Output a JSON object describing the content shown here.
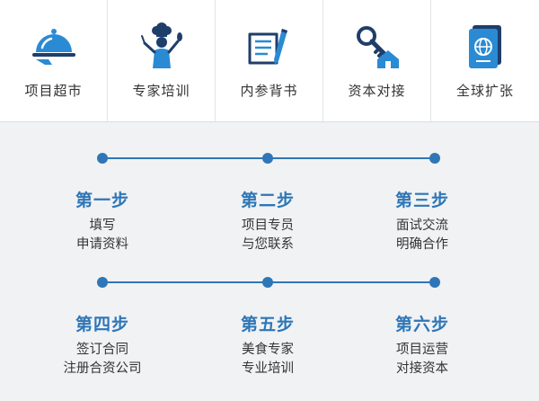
{
  "colors": {
    "accent": "#2e76b7",
    "icon_blue": "#2a8ad4",
    "icon_dark": "#1f3e6a",
    "text": "#333333",
    "background": "#f1f2f4"
  },
  "nav": {
    "items": [
      {
        "label": "项目超市",
        "icon": "cloche-icon"
      },
      {
        "label": "专家培训",
        "icon": "chef-icon"
      },
      {
        "label": "内参背书",
        "icon": "document-pen-icon"
      },
      {
        "label": "资本对接",
        "icon": "key-house-icon"
      },
      {
        "label": "全球扩张",
        "icon": "passport-icon"
      }
    ]
  },
  "steps": [
    {
      "title": "第一步",
      "line1": "填写",
      "line2": "申请资料"
    },
    {
      "title": "第二步",
      "line1": "项目专员",
      "line2": "与您联系"
    },
    {
      "title": "第三步",
      "line1": "面试交流",
      "line2": "明确合作"
    },
    {
      "title": "第四步",
      "line1": "签订合同",
      "line2": "注册合资公司"
    },
    {
      "title": "第五步",
      "line1": "美食专家",
      "line2": "专业培训"
    },
    {
      "title": "第六步",
      "line1": "项目运营",
      "line2": "对接资本"
    }
  ]
}
